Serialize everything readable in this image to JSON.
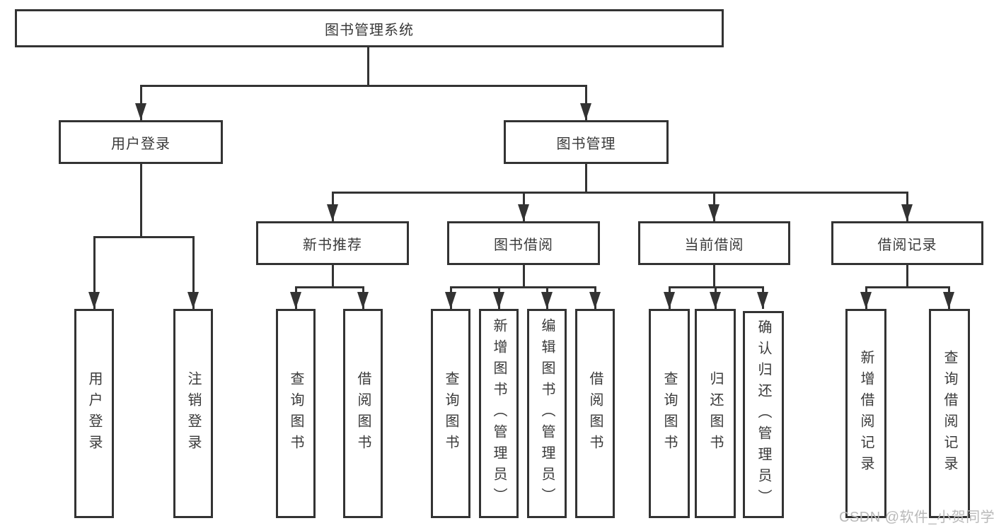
{
  "tree": {
    "label": "图书管理系统",
    "children": [
      {
        "label": "用户登录",
        "children": [
          {
            "label": "用户登录"
          },
          {
            "label": "注销登录"
          }
        ]
      },
      {
        "label": "图书管理",
        "children": [
          {
            "label": "新书推荐",
            "children": [
              {
                "label": "查询图书"
              },
              {
                "label": "借阅图书"
              }
            ]
          },
          {
            "label": "图书借阅",
            "children": [
              {
                "label": "查询图书"
              },
              {
                "label": "新增图书（管理员）"
              },
              {
                "label": "编辑图书（管理员）"
              },
              {
                "label": "借阅图书"
              }
            ]
          },
          {
            "label": "当前借阅",
            "children": [
              {
                "label": "查询图书"
              },
              {
                "label": "归还图书"
              },
              {
                "label": "确认归还（管理员）"
              }
            ]
          },
          {
            "label": "借阅记录",
            "children": [
              {
                "label": "新增借阅记录"
              },
              {
                "label": "查询借阅记录"
              }
            ]
          }
        ]
      }
    ]
  },
  "watermark": {
    "text": "CSDN @软件_小贺同学"
  },
  "colors": {
    "line": "#333333",
    "text": "#3a3a3a",
    "watermark": "#b9b9b9",
    "background": "#ffffff"
  }
}
